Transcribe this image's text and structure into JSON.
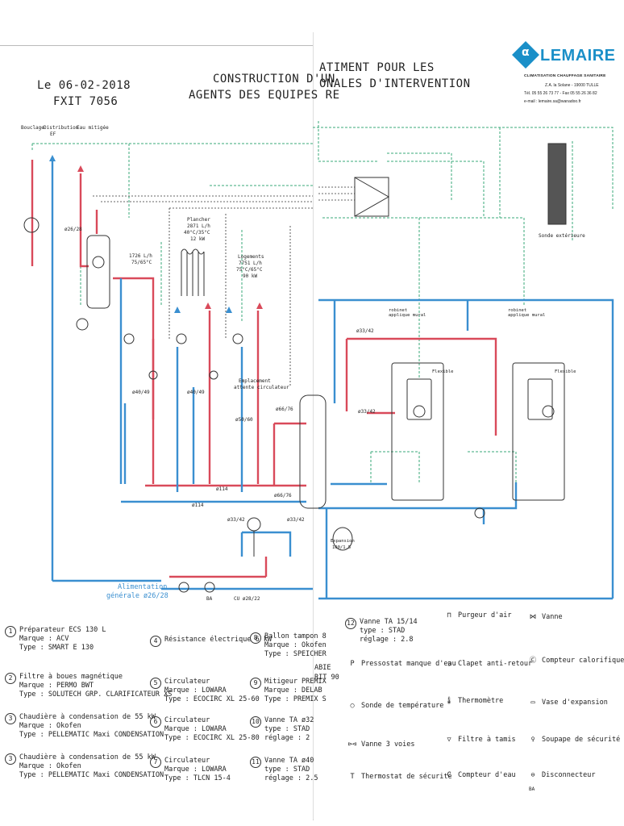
{
  "header": {
    "date": "Le 06-02-2018",
    "ref": "FXIT 7056",
    "title_left_1": "CONSTRUCTION D'UN",
    "title_left_2": "AGENTS DES EQUIPES RE",
    "title_right_1": "ATIMENT POUR LES",
    "title_right_2": "ONALES D'INTERVENTION"
  },
  "logo": {
    "mark": "α",
    "name": "LEMAIRE",
    "subtitle": "CLIMATISATION CHAUFFAGE SANITAIRE",
    "address": "Z.A. la Solane - 19000 TULLE",
    "phone": "Tél. 05 55 26 73 77 - Fax 05 55 26 36 82",
    "email": "e-mail : lemaire.sa@wanadoo.fr"
  },
  "diagram_labels": {
    "bouclage": "Bouclage",
    "distribution": "Distribution",
    "ef": "EF",
    "eau_mitigee": "Eau mitigée",
    "d26_28": "ø26/28",
    "flow1": "1726 L/h",
    "temp1": "75/65°C",
    "plancher": "Plancher",
    "plancher_flow": "2871 L/h",
    "plancher_temp": "40°C/35°C",
    "plancher_power": "12 kW",
    "logements": "Logements",
    "log_flow": "7751 L/h",
    "log_temp": "75°C/65°C",
    "log_power": "90 kW",
    "d40_49a": "ø40/49",
    "d40_49b": "ø40/49",
    "emplacement": "Emplacement",
    "attente": "attente circulateur",
    "d50_60": "ø50/60",
    "d66_76a": "ø66/76",
    "d66_76b": "ø66/76",
    "d114a": "ø114",
    "d114b": "ø114",
    "d33_42a": "ø33/42",
    "d33_42b": "ø33/42",
    "d33_42c": "ø33/42",
    "d33_42d": "ø33/42",
    "alim_1": "Alimentation",
    "alim_2": "générale ø26/28",
    "ba": "BA",
    "cu": "CU ø28/22",
    "sonde": "Sonde extérieure",
    "robinet1": "robinet applique mural",
    "robinet2": "robinet applique mural",
    "flexible1": "Flexible",
    "flexible2": "Flexible",
    "expansion": "Expansion",
    "expansion_vol": "100/1.5"
  },
  "legend": [
    {
      "num": "1",
      "lines": [
        "Préparateur ECS 130 L",
        "Marque : ACV",
        "Type : SMART E 130"
      ]
    },
    {
      "num": "2",
      "lines": [
        "Filtre à boues magnétique",
        "Marque : PERMO BWT",
        "Type : SOLUTECH GRP. CLARIFICATEUR XS"
      ]
    },
    {
      "num": "3",
      "lines": [
        "Chaudière à condensation de 55 kW",
        "Marque : Okofen",
        "Type : PELLEMATIC Maxi CONDENSATION"
      ]
    },
    {
      "num": "3",
      "lines": [
        "Chaudière à condensation de 55 kW",
        "Marque : Okofen",
        "Type : PELLEMATIC Maxi CONDENSATION"
      ]
    },
    {
      "num": "4",
      "lines": [
        "Résistance électrique 6 kW"
      ]
    },
    {
      "num": "5",
      "lines": [
        "Circulateur",
        "Marque : LOWARA",
        "Type : ECOCIRC XL 25-60"
      ]
    },
    {
      "num": "6",
      "lines": [
        "Circulateur",
        "Marque : LOWARA",
        "Type : ECOCIRC XL 25-80"
      ]
    },
    {
      "num": "7",
      "lines": [
        "Circulateur",
        "Marque : LOWARA",
        "Type : TLCN 15-4"
      ]
    },
    {
      "num": "8",
      "lines": [
        "Ballon tampon 8",
        "Marque : Okofen",
        "Type : SPEICHER"
      ]
    },
    {
      "num": "9",
      "lines": [
        "Mitigeur PREMIX",
        "Marque : DELAB",
        "Type : PREMIX S"
      ]
    },
    {
      "num": "10",
      "lines": [
        "Vanne TA ø32",
        "type : STAD",
        "réglage : 2"
      ]
    },
    {
      "num": "11",
      "lines": [
        "Vanne TA ø40",
        "type : STAD",
        "réglage : 2.5"
      ]
    },
    {
      "num": "12",
      "lines": [
        "Vanne TA 15/14",
        "type : STAD",
        "réglage : 2.8"
      ]
    }
  ],
  "legend_partial": {
    "abie": "ABIE",
    "rit": "RIT 90"
  },
  "symbols": [
    {
      "icon": "⊓",
      "label": "Purgeur d'air"
    },
    {
      "icon": "⋈",
      "label": "Vanne"
    },
    {
      "icon": "P",
      "label": "Pressostat manque d'eau"
    },
    {
      "icon": "▯",
      "label": "Clapet anti-retour"
    },
    {
      "icon": "Ⓒ",
      "label": "Compteur calorifique"
    },
    {
      "icon": "○",
      "label": "Sonde de température"
    },
    {
      "icon": "🌡",
      "label": "Thermomètre"
    },
    {
      "icon": "▭",
      "label": "Vase d'expansion"
    },
    {
      "icon": "⊳⊲",
      "label": "Vanne 3 voies"
    },
    {
      "icon": "▽",
      "label": "Filtre à tamis"
    },
    {
      "icon": "♀",
      "label": "Soupape de sécurité"
    },
    {
      "icon": "T",
      "label": "Thermostat de sécurité"
    },
    {
      "icon": "C",
      "label": "Compteur d'eau"
    },
    {
      "icon": "⊖",
      "label": "Disconnecteur"
    }
  ],
  "symbols_extra": {
    "ba": "BA"
  },
  "colors": {
    "hot": "#d94a5a",
    "return": "#3a8fd0",
    "control": "#3aaa7a",
    "dark": "#333333",
    "brand": "#1a8fc8"
  }
}
